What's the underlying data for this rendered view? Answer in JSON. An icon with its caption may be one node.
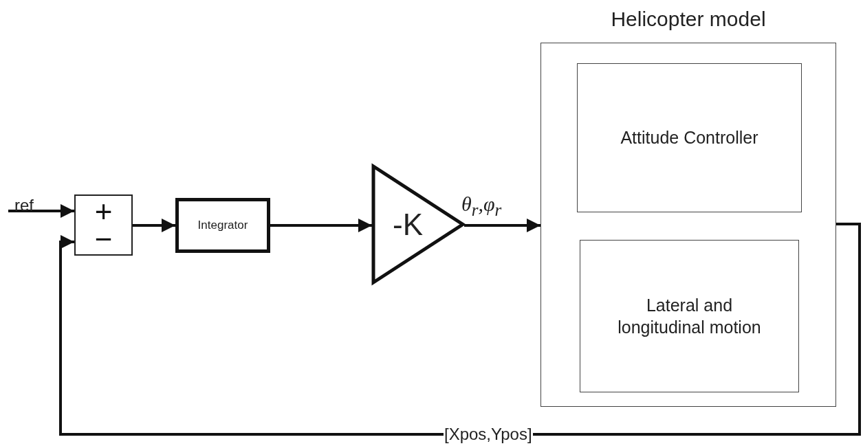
{
  "diagram": {
    "nodes": [
      {
        "text": [
          "+",
          "−"
        ]
      },
      {
        "text": [
          "Integrator"
        ]
      },
      {
        "text": [
          "-K"
        ]
      },
      {
        "text": [
          "Helicopter model"
        ]
      },
      {
        "text": [
          "Attitude Controller"
        ],
        "in": 3
      },
      {
        "text": [
          "Lateral and longitudinal motion"
        ],
        "in": 3
      }
    ],
    "edges": [
      {
        "from": null,
        "to": 0,
        "arrow": "to",
        "label": "ref"
      },
      {
        "from": 0,
        "to": 1,
        "arrow": "to"
      },
      {
        "from": 1,
        "to": 2,
        "arrow": "to"
      },
      {
        "from": 2,
        "to": 3,
        "arrow": "to",
        "label": "θ$_{r}$,φ$_{r}$"
      },
      {
        "from": 3,
        "to": 0,
        "arrow": "to",
        "label": "[Xpos,Ypos]"
      }
    ]
  }
}
